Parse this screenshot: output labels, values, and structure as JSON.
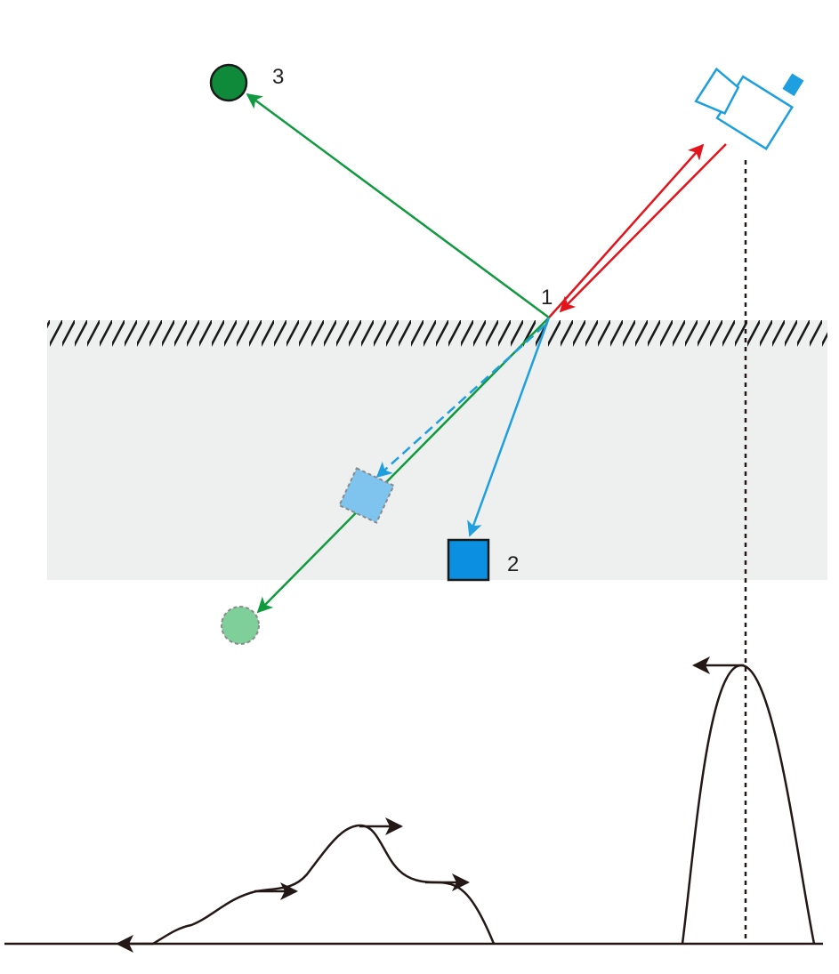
{
  "labels": {
    "point_1": "1",
    "object_2": "2",
    "object_3": "3"
  },
  "colors": {
    "medium_fill": "#eeefef",
    "interface_hatch": "#1a1a1a",
    "red_ray": "#e3141c",
    "green_ray": "#109a3f",
    "blue_ray": "#1e9fe0",
    "camera": "#1e9fe0",
    "object_3_fill": "#0f8a3a",
    "object_2_fill": "#0b8fe0",
    "virtual_square_fill": "#7ec4ee",
    "virtual_circle_fill": "#7fcf9a",
    "curve": "#231815"
  },
  "icons": {
    "sensor": "camera-icon"
  }
}
